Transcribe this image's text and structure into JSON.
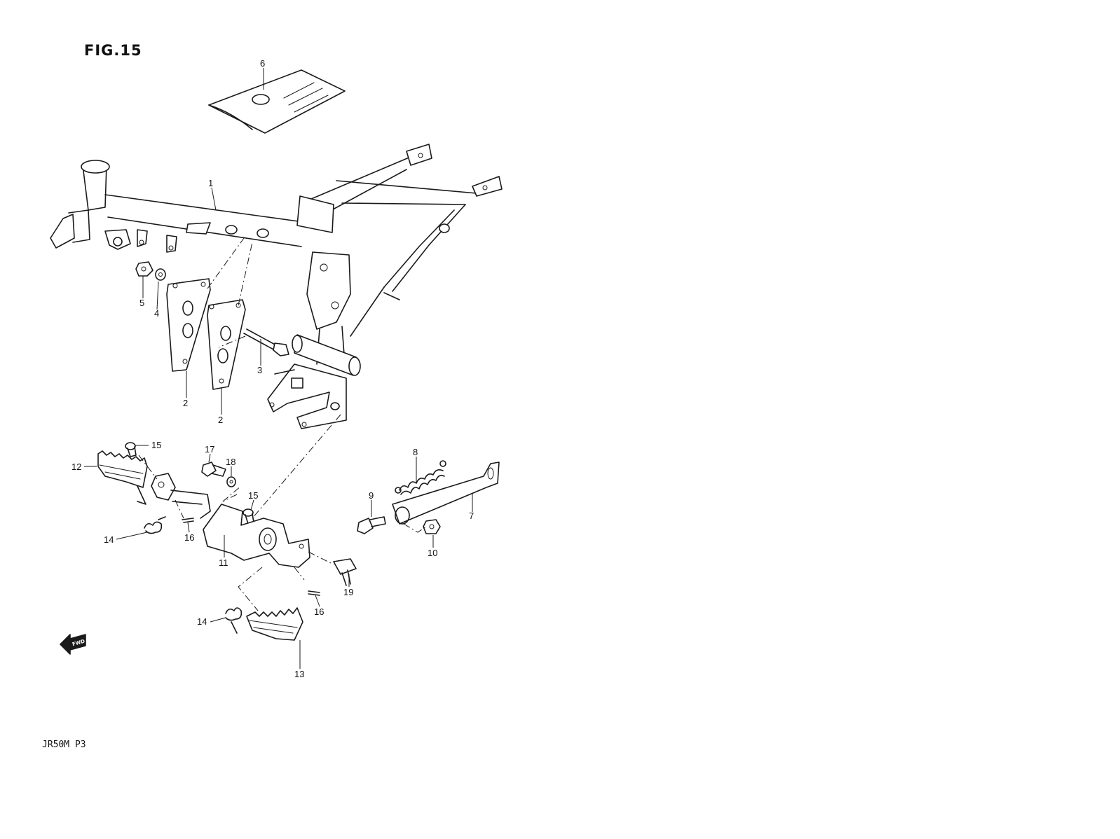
{
  "figure": {
    "title": "FIG.15",
    "model_code": "JR50M P3",
    "fwd_label": "FWD"
  },
  "callouts": [
    {
      "id": "c1",
      "label": "1"
    },
    {
      "id": "c2a",
      "label": "2"
    },
    {
      "id": "c2b",
      "label": "2"
    },
    {
      "id": "c3",
      "label": "3"
    },
    {
      "id": "c4",
      "label": "4"
    },
    {
      "id": "c5",
      "label": "5"
    },
    {
      "id": "c6",
      "label": "6"
    },
    {
      "id": "c7",
      "label": "7"
    },
    {
      "id": "c8",
      "label": "8"
    },
    {
      "id": "c9",
      "label": "9"
    },
    {
      "id": "c10",
      "label": "10"
    },
    {
      "id": "c11",
      "label": "11"
    },
    {
      "id": "c12",
      "label": "12"
    },
    {
      "id": "c13",
      "label": "13"
    },
    {
      "id": "c14a",
      "label": "14"
    },
    {
      "id": "c14b",
      "label": "14"
    },
    {
      "id": "c15a",
      "label": "15"
    },
    {
      "id": "c15b",
      "label": "15"
    },
    {
      "id": "c16a",
      "label": "16"
    },
    {
      "id": "c16b",
      "label": "16"
    },
    {
      "id": "c17",
      "label": "17"
    },
    {
      "id": "c18",
      "label": "18"
    },
    {
      "id": "c19",
      "label": "19"
    }
  ]
}
